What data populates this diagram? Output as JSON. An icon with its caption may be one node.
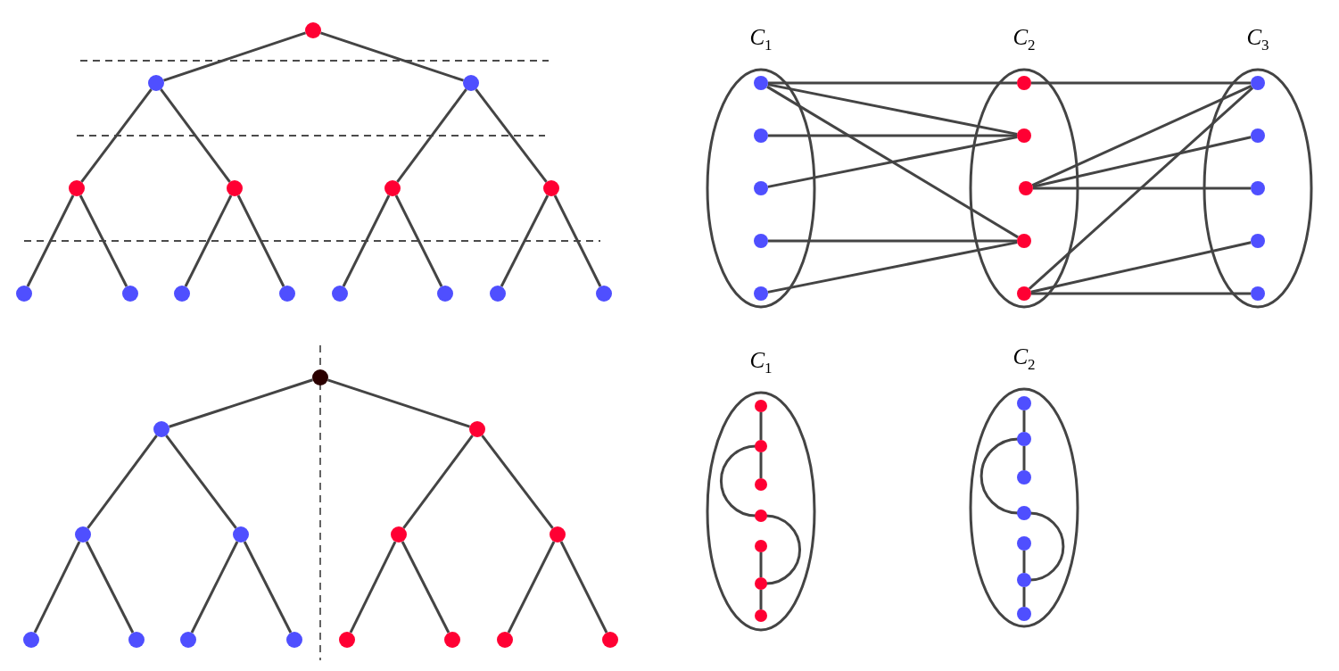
{
  "diagram": {
    "nodes": [
      {
        "text": [],
        "shape": "circle"
      },
      {
        "text": [],
        "shape": "circle"
      },
      {
        "text": [],
        "shape": "circle"
      },
      {
        "text": [],
        "shape": "circle"
      },
      {
        "text": [],
        "shape": "circle"
      },
      {
        "text": [],
        "shape": "circle"
      },
      {
        "text": [],
        "shape": "circle"
      },
      {
        "text": [],
        "shape": "circle"
      },
      {
        "text": [],
        "shape": "circle"
      },
      {
        "text": [],
        "shape": "circle"
      },
      {
        "text": [],
        "shape": "circle"
      },
      {
        "text": [],
        "shape": "circle"
      },
      {
        "text": [],
        "shape": "circle"
      },
      {
        "text": [],
        "shape": "circle"
      },
      {
        "text": [],
        "shape": "circle"
      },
      {
        "text": [
          "*C*$_{1}$"
        ]
      },
      {
        "text": [],
        "shape": "circle",
        "in": 15
      },
      {
        "text": [],
        "shape": "circle",
        "in": 15
      },
      {
        "text": [],
        "shape": "circle",
        "in": 15
      },
      {
        "text": [],
        "shape": "circle",
        "in": 15
      },
      {
        "text": [],
        "shape": "circle",
        "in": 15
      },
      {
        "text": [
          "*C*$_{2}$"
        ]
      },
      {
        "text": [],
        "shape": "circle",
        "in": 21
      },
      {
        "text": [],
        "shape": "circle",
        "in": 21
      },
      {
        "text": [],
        "shape": "circle",
        "in": 21
      },
      {
        "text": [],
        "shape": "circle",
        "in": 21
      },
      {
        "text": [],
        "shape": "circle",
        "in": 21
      },
      {
        "text": [
          "*C*$_{3}$"
        ]
      },
      {
        "text": [],
        "shape": "circle",
        "in": 27
      },
      {
        "text": [],
        "shape": "circle",
        "in": 27
      },
      {
        "text": [],
        "shape": "circle",
        "in": 27
      },
      {
        "text": [],
        "shape": "circle",
        "in": 27
      },
      {
        "text": [],
        "shape": "circle",
        "in": 27
      },
      {
        "text": [],
        "shape": "circle"
      },
      {
        "text": [],
        "shape": "circle"
      },
      {
        "text": [],
        "shape": "circle"
      },
      {
        "text": [],
        "shape": "circle"
      },
      {
        "text": [],
        "shape": "circle"
      },
      {
        "text": [],
        "shape": "circle"
      },
      {
        "text": [],
        "shape": "circle"
      },
      {
        "text": [],
        "shape": "circle"
      },
      {
        "text": [],
        "shape": "circle"
      },
      {
        "text": [],
        "shape": "circle"
      },
      {
        "text": [],
        "shape": "circle"
      },
      {
        "text": [],
        "shape": "circle"
      },
      {
        "text": [],
        "shape": "circle"
      },
      {
        "text": [],
        "shape": "circle"
      },
      {
        "text": [],
        "shape": "circle"
      },
      {
        "text": [
          "*C*$_{1}$"
        ]
      },
      {
        "text": [],
        "shape": "circle",
        "in": 48
      },
      {
        "text": [],
        "shape": "circle",
        "in": 48
      },
      {
        "text": [],
        "shape": "circle",
        "in": 48
      },
      {
        "text": [],
        "shape": "circle",
        "in": 48
      },
      {
        "text": [],
        "shape": "circle",
        "in": 48
      },
      {
        "text": [],
        "shape": "circle",
        "in": 48
      },
      {
        "text": [],
        "shape": "circle",
        "in": 48
      },
      {
        "text": [
          "*C*$_{2}$"
        ]
      },
      {
        "text": [],
        "shape": "circle",
        "in": 56
      },
      {
        "text": [],
        "shape": "circle",
        "in": 56
      },
      {
        "text": [],
        "shape": "circle",
        "in": 56
      },
      {
        "text": [],
        "shape": "circle",
        "in": 56
      },
      {
        "text": [],
        "shape": "circle",
        "in": 56
      },
      {
        "text": [],
        "shape": "circle",
        "in": 56
      },
      {
        "text": [],
        "shape": "circle",
        "in": 56
      }
    ],
    "edges": [
      {
        "from": 0,
        "to": 1,
        "arrow": "none"
      },
      {
        "from": 0,
        "to": 2,
        "arrow": "none"
      },
      {
        "from": 1,
        "to": 3,
        "arrow": "none"
      },
      {
        "from": 1,
        "to": 4,
        "arrow": "none"
      },
      {
        "from": 2,
        "to": 5,
        "arrow": "none"
      },
      {
        "from": 2,
        "to": 6,
        "arrow": "none"
      },
      {
        "from": 3,
        "to": 7,
        "arrow": "none"
      },
      {
        "from": 3,
        "to": 8,
        "arrow": "none"
      },
      {
        "from": 4,
        "to": 9,
        "arrow": "none"
      },
      {
        "from": 4,
        "to": 10,
        "arrow": "none"
      },
      {
        "from": 5,
        "to": 11,
        "arrow": "none"
      },
      {
        "from": 5,
        "to": 12,
        "arrow": "none"
      },
      {
        "from": 6,
        "to": 13,
        "arrow": "none"
      },
      {
        "from": 6,
        "to": 14,
        "arrow": "none"
      },
      {
        "from": 16,
        "to": 22,
        "arrow": "none"
      },
      {
        "from": 22,
        "to": 28,
        "arrow": "none"
      },
      {
        "from": 16,
        "to": 23,
        "arrow": "none"
      },
      {
        "from": 16,
        "to": 25,
        "arrow": "none"
      },
      {
        "from": 17,
        "to": 23,
        "arrow": "none"
      },
      {
        "from": 18,
        "to": 23,
        "arrow": "none"
      },
      {
        "from": 19,
        "to": 25,
        "arrow": "none"
      },
      {
        "from": 20,
        "to": 25,
        "arrow": "none"
      },
      {
        "from": 24,
        "to": 28,
        "arrow": "none"
      },
      {
        "from": 24,
        "to": 29,
        "arrow": "none"
      },
      {
        "from": 24,
        "to": 30,
        "arrow": "none"
      },
      {
        "from": 26,
        "to": 28,
        "arrow": "none"
      },
      {
        "from": 26,
        "to": 31,
        "arrow": "none"
      },
      {
        "from": 26,
        "to": 32,
        "arrow": "none"
      },
      {
        "from": 33,
        "to": 34,
        "arrow": "none"
      },
      {
        "from": 33,
        "to": 35,
        "arrow": "none"
      },
      {
        "from": 34,
        "to": 36,
        "arrow": "none"
      },
      {
        "from": 34,
        "to": 37,
        "arrow": "none"
      },
      {
        "from": 35,
        "to": 38,
        "arrow": "none"
      },
      {
        "from": 35,
        "to": 39,
        "arrow": "none"
      },
      {
        "from": 36,
        "to": 40,
        "arrow": "none"
      },
      {
        "from": 36,
        "to": 41,
        "arrow": "none"
      },
      {
        "from": 37,
        "to": 42,
        "arrow": "none"
      },
      {
        "from": 37,
        "to": 43,
        "arrow": "none"
      },
      {
        "from": 38,
        "to": 44,
        "arrow": "none"
      },
      {
        "from": 38,
        "to": 45,
        "arrow": "none"
      },
      {
        "from": 39,
        "to": 46,
        "arrow": "none"
      },
      {
        "from": 39,
        "to": 47,
        "arrow": "none"
      },
      {
        "from": 49,
        "to": 50,
        "arrow": "none"
      },
      {
        "from": 50,
        "to": 51,
        "arrow": "none"
      },
      {
        "from": 50,
        "to": 52,
        "arrow": "none"
      },
      {
        "from": 52,
        "to": 54,
        "arrow": "none"
      },
      {
        "from": 53,
        "to": 54,
        "arrow": "none"
      },
      {
        "from": 54,
        "to": 55,
        "arrow": "none"
      },
      {
        "from": 57,
        "to": 58,
        "arrow": "none"
      },
      {
        "from": 58,
        "to": 59,
        "arrow": "none"
      },
      {
        "from": 58,
        "to": 60,
        "arrow": "none"
      },
      {
        "from": 60,
        "to": 62,
        "arrow": "none"
      },
      {
        "from": 61,
        "to": 62,
        "arrow": "none"
      },
      {
        "from": 62,
        "to": 63,
        "arrow": "none"
      }
    ]
  }
}
